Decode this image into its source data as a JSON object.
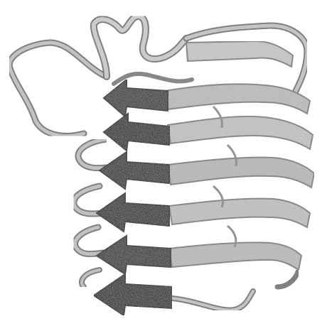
{
  "image": {
    "subject": "protein-ribbon",
    "style": "grayscale-halftone",
    "palette": {
      "background": "#ffffff",
      "dark_strand": "#3a3a3a",
      "dark_strand_edge": "#1e1e1e",
      "light_ribbon": "#c9c9c9",
      "light_ribbon_shade": "#a8a8a8",
      "light_ribbon_edge": "#7d7d7d",
      "loop": "#b5b5b5",
      "loop_edge": "#6f6f6f"
    },
    "dark_strand_count": 6,
    "light_strand_count": 6
  }
}
